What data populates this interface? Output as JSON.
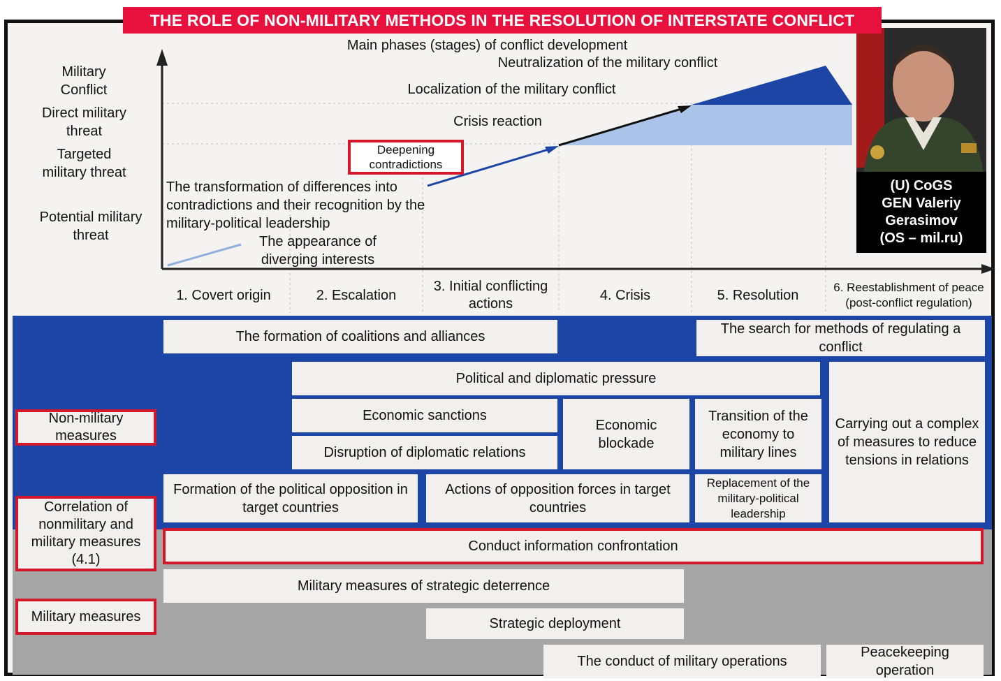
{
  "title": "THE ROLE OF NON-MILITARY METHODS IN THE RESOLUTION OF INTERSTATE CONFLICT",
  "graph": {
    "main_phases": "Main phases (stages) of conflict development",
    "neutralization": "Neutralization of the military conflict",
    "localization": "Localization of the military conflict",
    "crisis_reaction": "Crisis reaction",
    "deepening": "Deepening contradictions",
    "transformation": "The transformation of differences into contradictions and their recognition by the military-political leadership",
    "appearance": "The appearance of diverging interests"
  },
  "threat_levels": {
    "military_conflict": "Military Conflict",
    "direct": "Direct military threat",
    "targeted": "Targeted military threat",
    "potential": "Potential military threat"
  },
  "phases": [
    "1. Covert origin",
    "2. Escalation",
    "3. Initial conflicting actions",
    "4. Crisis",
    "5. Resolution",
    "6. Reestablishment of peace (post-conflict regulation)"
  ],
  "row_labels": {
    "non_military": "Non-military measures",
    "correlation": "Correlation of nonmilitary and military measures (4.1)",
    "military": "Military measures"
  },
  "measures": {
    "coalitions": "The formation of coalitions and alliances",
    "search_methods": "The search for methods of regulating a conflict",
    "political_pressure": "Political and diplomatic pressure",
    "economic_sanctions": "Economic sanctions",
    "disruption": "Disruption of diplomatic relations",
    "economic_blockade": "Economic blockade",
    "transition": "Transition of the economy to military lines",
    "complex_measures": "Carrying out a complex of measures to reduce tensions in relations",
    "political_opposition": "Formation of the political opposition in target countries",
    "opposition_forces": "Actions of opposition forces in target countries",
    "replacement": "Replacement of the military-political leadership",
    "information": "Conduct information confrontation",
    "deterrence": "Military measures of strategic deterrence",
    "deployment": "Strategic deployment",
    "operations": "The conduct of military operations",
    "peacekeeping": "Peacekeeping operation"
  },
  "photo_caption": {
    "line1": "(U) CoGS",
    "line2": "GEN Valeriy",
    "line3": "Gerasimov",
    "line4": "(OS – mil.ru)"
  },
  "colors": {
    "banner": "#e8103c",
    "frame_red": "#d2182a",
    "dark_blue": "#1c45a6",
    "light_blue": "#a9c4e8",
    "gray": "#a6a6a6"
  }
}
